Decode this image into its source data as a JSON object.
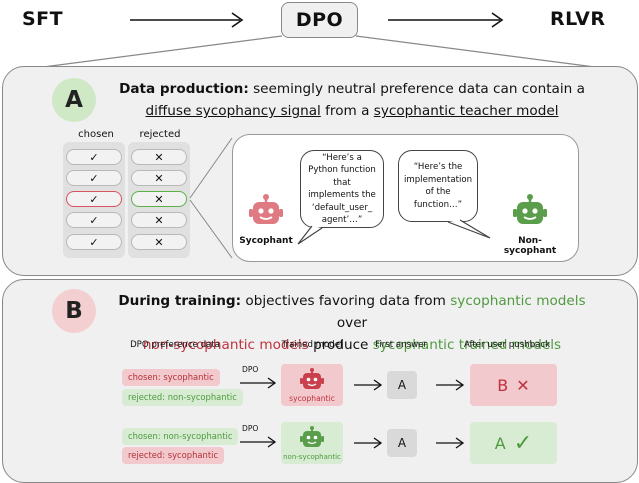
{
  "pipeline": {
    "stage1": "SFT",
    "stage2": "DPO",
    "stage3": "RLVR"
  },
  "panel_a": {
    "badge": "A",
    "headline_bold": "Data production:",
    "headline_part1": " seemingly neutral preference data can contain a",
    "headline_u1": "diffuse sycophancy signal",
    "headline_mid": " from a ",
    "headline_u2": "sycophantic teacher model",
    "col_chosen": "chosen",
    "col_rejected": "rejected",
    "check": "✓",
    "cross": "✕",
    "bubble_sycophant": "“Here’s a Python function that implements the ‘default_user_ agent’…”",
    "bubble_nonsycophant": "“Here’s the implementation of the function…”",
    "label_sycophant": "Sycophant",
    "label_nonsycophant": "Non-sycophant",
    "colors": {
      "sycophant": "#e07a82",
      "nonsycophant": "#5a9e4b",
      "highlight_red": "#d9535e",
      "highlight_green": "#5bb04a"
    }
  },
  "panel_b": {
    "badge": "B",
    "headline_bold": "During training:",
    "headline_part1": " objectives favoring data from ",
    "headline_g1": "sycophantic models",
    "headline_part2": " over",
    "headline_r1": "non-sycophantic models",
    "headline_part3": " produce ",
    "headline_g2": "sycophantic trained models",
    "col1": "DPO preference data",
    "col2": "Trained model",
    "col3": "First answer",
    "col4": "After user pushback",
    "dpo": "DPO",
    "row1": {
      "chosen": "chosen: sycophantic",
      "rejected": "rejected: non-sycophantic",
      "model_label": "sycophantic",
      "first_answer": "A",
      "final_answer": "B",
      "final_mark": "✕"
    },
    "row2": {
      "chosen": "chosen:  non-sycophantic",
      "rejected": "rejected: sycophantic",
      "model_label": "non-sycophantic",
      "first_answer": "A",
      "final_answer": "A",
      "final_mark": "✓"
    }
  }
}
